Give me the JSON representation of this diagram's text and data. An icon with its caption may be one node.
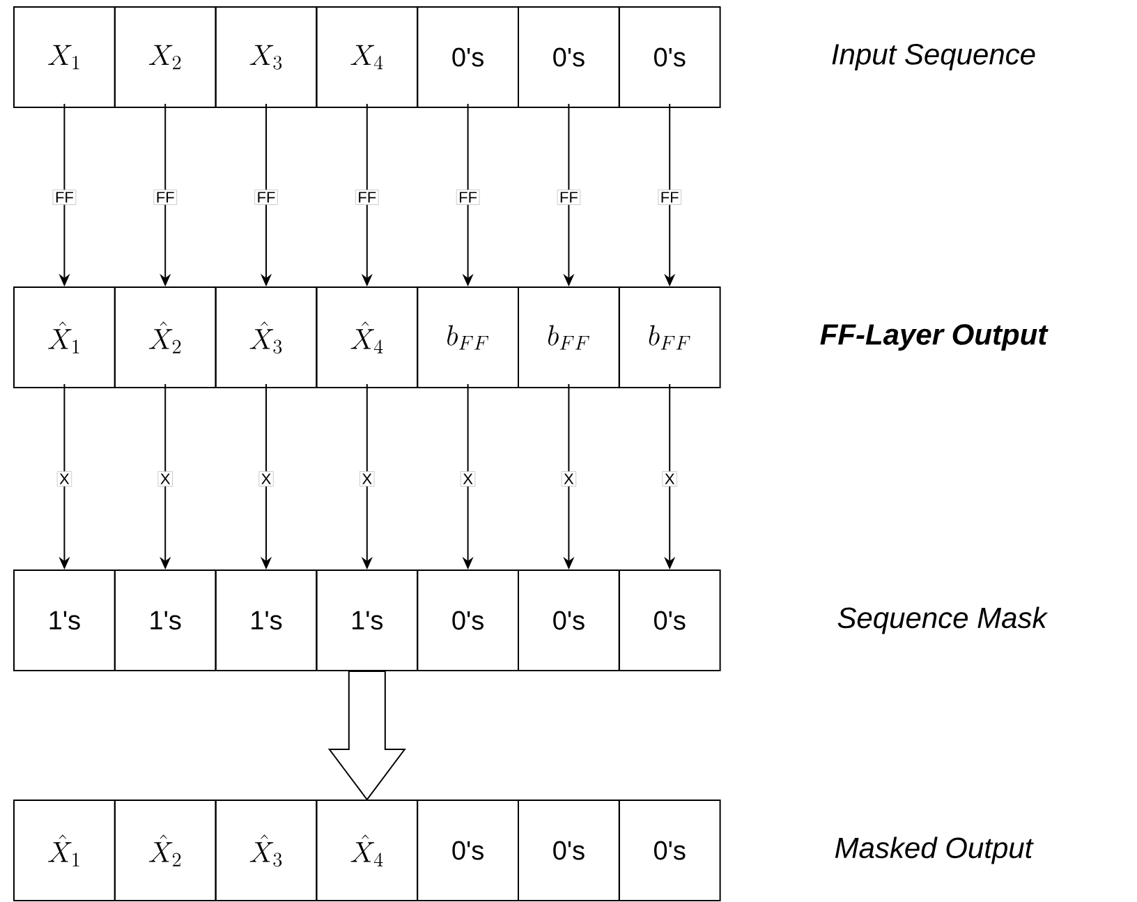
{
  "diagram": {
    "nodes": [
      {
        "text": [
          "X_1"
        ]
      },
      {
        "text": [
          "X_2"
        ]
      },
      {
        "text": [
          "X_3"
        ]
      },
      {
        "text": [
          "X_4"
        ]
      },
      {
        "text": [
          "0's"
        ]
      },
      {
        "text": [
          "0's"
        ]
      },
      {
        "text": [
          "0's"
        ]
      },
      {
        "text": [
          "\\hat{X}_1"
        ]
      },
      {
        "text": [
          "\\hat{X}_2"
        ]
      },
      {
        "text": [
          "\\hat{X}_3"
        ]
      },
      {
        "text": [
          "\\hat{X}_4"
        ]
      },
      {
        "text": [
          "b_{FF}"
        ]
      },
      {
        "text": [
          "b_{FF}"
        ]
      },
      {
        "text": [
          "b_{FF}"
        ]
      },
      {
        "text": [
          "1's"
        ]
      },
      {
        "text": [
          "1's"
        ]
      },
      {
        "text": [
          "1's"
        ]
      },
      {
        "text": [
          "1's"
        ]
      },
      {
        "text": [
          "0's"
        ]
      },
      {
        "text": [
          "0's"
        ]
      },
      {
        "text": [
          "0's"
        ]
      },
      {
        "text": [
          "\\hat{X}_1"
        ]
      },
      {
        "text": [
          "\\hat{X}_2"
        ]
      },
      {
        "text": [
          "\\hat{X}_3"
        ]
      },
      {
        "text": [
          "\\hat{X}_4"
        ]
      },
      {
        "text": [
          "0's"
        ]
      },
      {
        "text": [
          "0's"
        ]
      },
      {
        "text": [
          "0's"
        ]
      }
    ],
    "edges": [
      {
        "from": 0,
        "to": 7,
        "arrow": "to",
        "label": "FF"
      },
      {
        "from": 1,
        "to": 8,
        "arrow": "to",
        "label": "FF"
      },
      {
        "from": 2,
        "to": 9,
        "arrow": "to",
        "label": "FF"
      },
      {
        "from": 3,
        "to": 10,
        "arrow": "to",
        "label": "FF"
      },
      {
        "from": 4,
        "to": 11,
        "arrow": "to",
        "label": "FF"
      },
      {
        "from": 5,
        "to": 12,
        "arrow": "to",
        "label": "FF"
      },
      {
        "from": 6,
        "to": 13,
        "arrow": "to",
        "label": "FF"
      },
      {
        "from": 7,
        "to": 14,
        "arrow": "to",
        "label": "X"
      },
      {
        "from": 8,
        "to": 15,
        "arrow": "to",
        "label": "X"
      },
      {
        "from": 9,
        "to": 16,
        "arrow": "to",
        "label": "X"
      },
      {
        "from": 10,
        "to": 17,
        "arrow": "to",
        "label": "X"
      },
      {
        "from": 11,
        "to": 18,
        "arrow": "to",
        "label": "X"
      },
      {
        "from": 12,
        "to": 19,
        "arrow": "to",
        "label": "X"
      },
      {
        "from": 13,
        "to": 20,
        "arrow": "to",
        "label": "X"
      },
      {
        "from": 17,
        "to": 24,
        "arrow": "to",
        "style": "thick"
      }
    ],
    "labels": [
      "Input Sequence",
      "FF-Layer Output",
      "Sequence Mask",
      "Masked Output"
    ]
  }
}
